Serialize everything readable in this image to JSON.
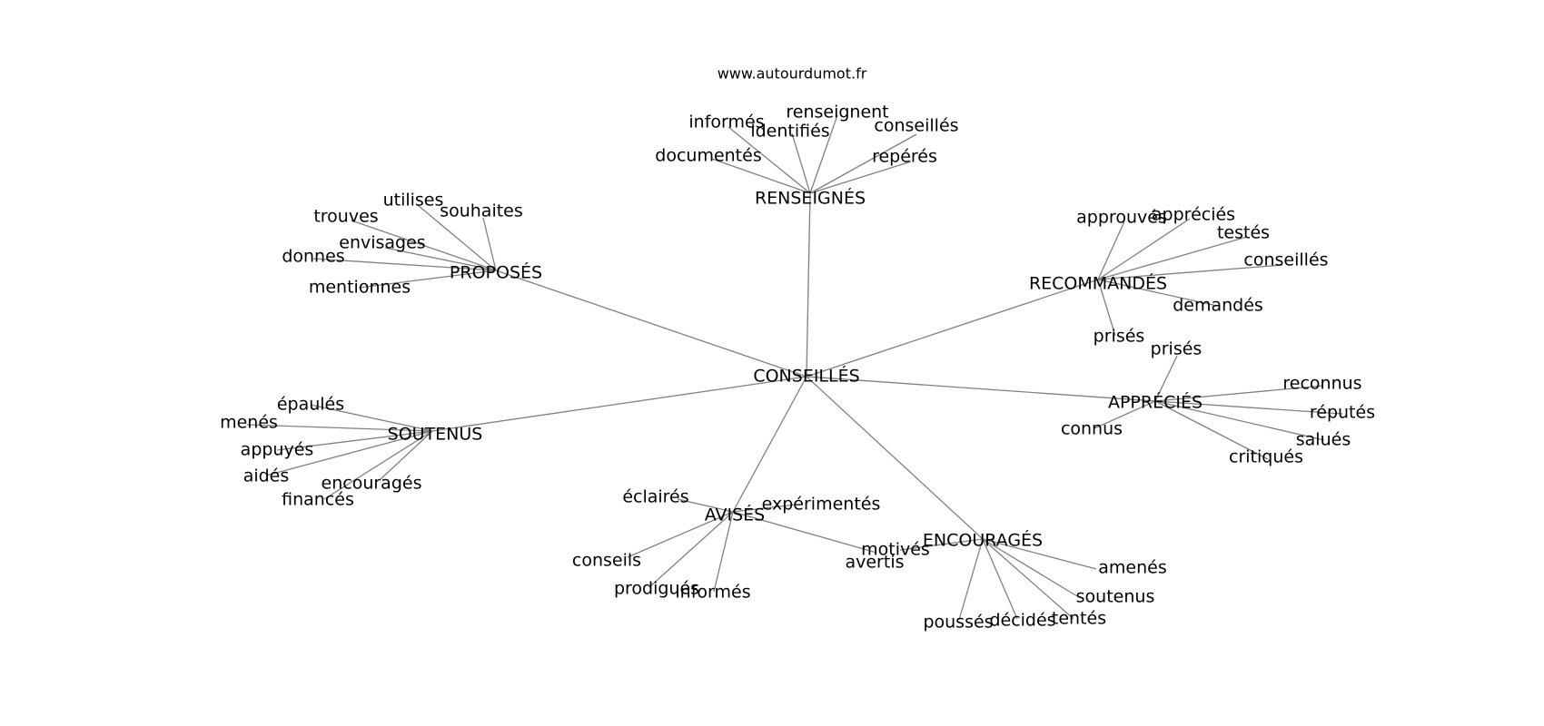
{
  "header": {
    "source": "www.autourdumot.fr"
  },
  "graph": {
    "center": "CONSEILLÉS",
    "edge_color": "#808080",
    "hubs": [
      {
        "label": "RENSEIGNÉS",
        "leaves": [
          "informés",
          "identifiés",
          "renseignent",
          "conseillés",
          "documentés",
          "repérés"
        ]
      },
      {
        "label": "PROPOSÉS",
        "leaves": [
          "utilises",
          "trouves",
          "souhaites",
          "envisages",
          "donnes",
          "mentionnes"
        ]
      },
      {
        "label": "RECOMMANDÉS",
        "leaves": [
          "approuvés",
          "appréciés",
          "testés",
          "conseillés",
          "demandés",
          "prisés"
        ]
      },
      {
        "label": "APPRÉCIÉS",
        "leaves": [
          "prisés",
          "reconnus",
          "réputés",
          "connus",
          "salués",
          "critiqués"
        ]
      },
      {
        "label": "SOUTENUS",
        "leaves": [
          "épaulés",
          "menés",
          "appuyés",
          "aidés",
          "encouragés",
          "financés"
        ]
      },
      {
        "label": "AVISÉS",
        "leaves": [
          "éclairés",
          "expérimentés",
          "conseils",
          "prodigués",
          "informés",
          "avertis"
        ]
      },
      {
        "label": "ENCOURAGÉS",
        "leaves": [
          "motivés",
          "amenés",
          "soutenus",
          "poussés",
          "décidés",
          "tentés"
        ]
      }
    ]
  }
}
